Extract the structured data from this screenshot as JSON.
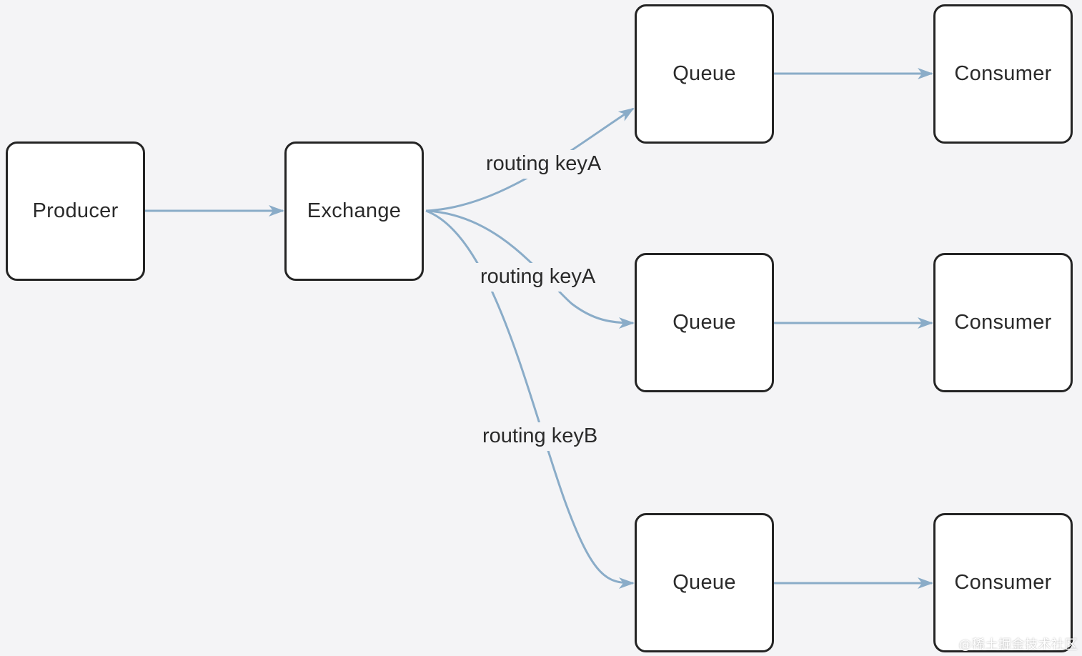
{
  "nodes": {
    "producer": "Producer",
    "exchange": "Exchange",
    "queue_1": "Queue",
    "queue_2": "Queue",
    "queue_3": "Queue",
    "consumer_1": "Consumer",
    "consumer_2": "Consumer",
    "consumer_3": "Consumer"
  },
  "edge_labels": {
    "route_1": "routing keyA",
    "route_2": "routing keyA",
    "route_3": "routing keyB"
  },
  "watermark": "@稀土掘金技术社区",
  "colors": {
    "edge": "#8aacc8",
    "node_border": "#242424",
    "node_fill": "#ffffff",
    "background": "#f4f4f6"
  }
}
